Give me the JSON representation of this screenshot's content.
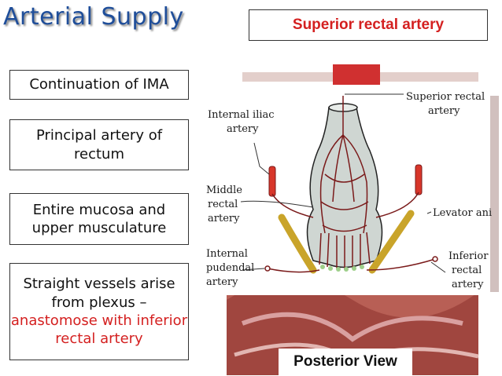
{
  "title": "Arterial Supply",
  "subtitle": "Superior rectal artery",
  "boxes": {
    "b1": "Continuation of IMA",
    "b2": "Principal artery of rectum",
    "b3": "Entire mucosa and upper musculature",
    "b4_line1": "Straight vessels arise from plexus –",
    "b4_line2": "anastomose with inferior rectal artery"
  },
  "labels": {
    "superior_rectal_1": "Superior rectal",
    "superior_rectal_2": "artery",
    "internal_iliac_1": "Internal iliac",
    "internal_iliac_2": "artery",
    "middle_rectal_1": "Middle",
    "middle_rectal_2": "rectal",
    "middle_rectal_3": "artery",
    "levator_ani": "Levator ani",
    "internal_pudendal_1": "Internal",
    "internal_pudendal_2": "pudendal",
    "internal_pudendal_3": "artery",
    "inferior_rectal_1": "Inferior",
    "inferior_rectal_2": "rectal",
    "inferior_rectal_3": "artery"
  },
  "view_label": "Posterior View",
  "colors": {
    "title": "#1f4e9a",
    "accent": "#d42020"
  }
}
